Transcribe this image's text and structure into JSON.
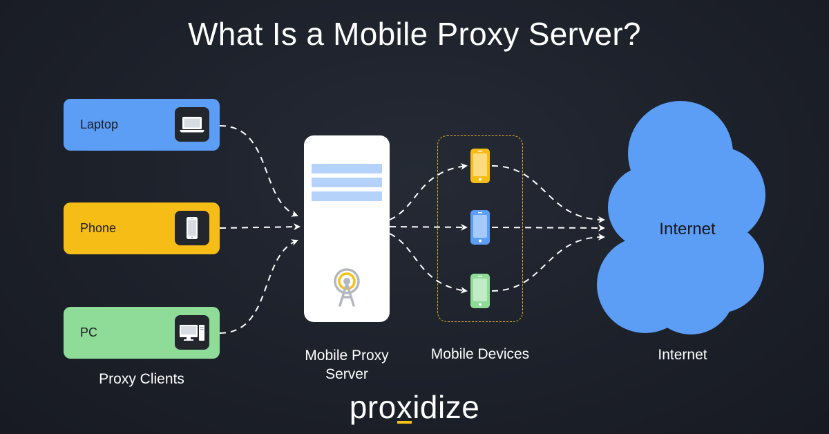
{
  "title": "What Is a Mobile Proxy Server?",
  "colors": {
    "laptop": "#5c9df5",
    "phone": "#f7bd17",
    "pc": "#8fdb98",
    "cloud": "#5c9df5",
    "accent": "#f6c016"
  },
  "clients": {
    "caption": "Proxy Clients",
    "items": [
      {
        "label": "Laptop",
        "icon": "laptop-icon"
      },
      {
        "label": "Phone",
        "icon": "phone-icon"
      },
      {
        "label": "PC",
        "icon": "desktop-computer-icon"
      }
    ]
  },
  "server": {
    "caption_line1": "Mobile Proxy",
    "caption_line2": "Server",
    "icon": "antenna-tower-icon"
  },
  "devices": {
    "caption": "Mobile Devices",
    "items": [
      {
        "color": "#f7bd17",
        "icon": "smartphone-icon"
      },
      {
        "color": "#5c9df5",
        "icon": "smartphone-icon"
      },
      {
        "color": "#8fdb98",
        "icon": "smartphone-icon"
      }
    ]
  },
  "internet": {
    "cloud_label": "Internet",
    "caption": "Internet",
    "icon": "cloud-icon"
  },
  "logo": {
    "pre": "pro",
    "x": "x",
    "post": "idize"
  }
}
